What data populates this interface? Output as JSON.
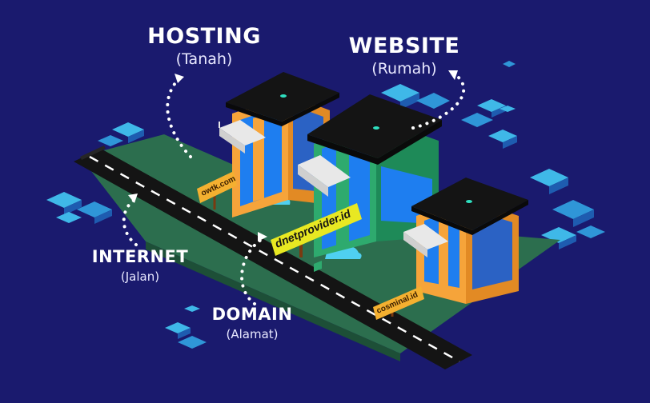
{
  "labels": {
    "hosting": {
      "title": "HOSTING",
      "subtitle": "(Tanah)"
    },
    "website": {
      "title": "WEBSITE",
      "subtitle": "(Rumah)"
    },
    "internet": {
      "title": "INTERNET",
      "subtitle": "(Jalan)"
    },
    "domain": {
      "title": "DOMAIN",
      "subtitle": "(Alamat)"
    }
  },
  "signs": {
    "left": "owtk.com",
    "center": "dnetprovider.id",
    "right": "cosminal.id"
  },
  "colors": {
    "background": "#1a1a6e",
    "ground": "#2c6e4e",
    "road": "#141414",
    "roof": "#141414",
    "wall_orange": "#f6a43a",
    "wall_green": "#2eaa6e",
    "glass": "#1e7ef0",
    "sign": "#f4b030",
    "sign_center": "#e8e822",
    "cube_light": "#3fb8e8",
    "cube_dark": "#1e5cb0"
  }
}
